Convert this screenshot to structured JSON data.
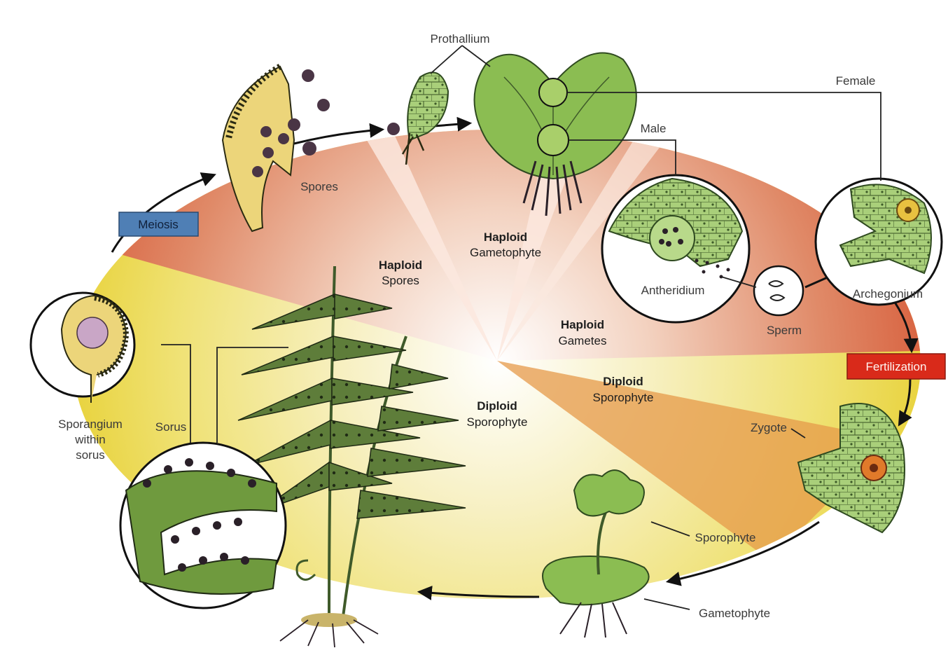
{
  "diagram": {
    "sections": {
      "haploid_spores": {
        "line1": "Haploid",
        "line2": "Spores"
      },
      "haploid_gametophyte": {
        "line1": "Haploid",
        "line2": "Gametophyte"
      },
      "haploid_gametes": {
        "line1": "Haploid",
        "line2": "Gametes"
      },
      "diploid_sporophyte_right": {
        "line1": "Diploid",
        "line2": "Sporophyte"
      },
      "diploid_sporophyte_center": {
        "line1": "Diploid",
        "line2": "Sporophyte"
      }
    },
    "stages": {
      "meiosis": "Meiosis",
      "fertilization": "Fertilization"
    },
    "labels": {
      "prothallium": "Prothallium",
      "female": "Female",
      "male": "Male",
      "spores": "Spores",
      "antheridium": "Antheridium",
      "archegonium": "Archegonium",
      "sperm": "Sperm",
      "zygote": "Zygote",
      "sporophyte": "Sporophyte",
      "gametophyte": "Gametophyte",
      "sorus": "Sorus",
      "sporangium_line1": "Sporangium",
      "sporangium_line2": "within",
      "sporangium_line3": "sorus"
    },
    "colors": {
      "haploid": "#d9694a",
      "diploid": "#e8d63a",
      "plant_green": "#7fb548",
      "dark_green": "#3f5a2a",
      "meiosis_box": "#4f7fb5",
      "fertilization_box": "#d92a1a"
    }
  }
}
